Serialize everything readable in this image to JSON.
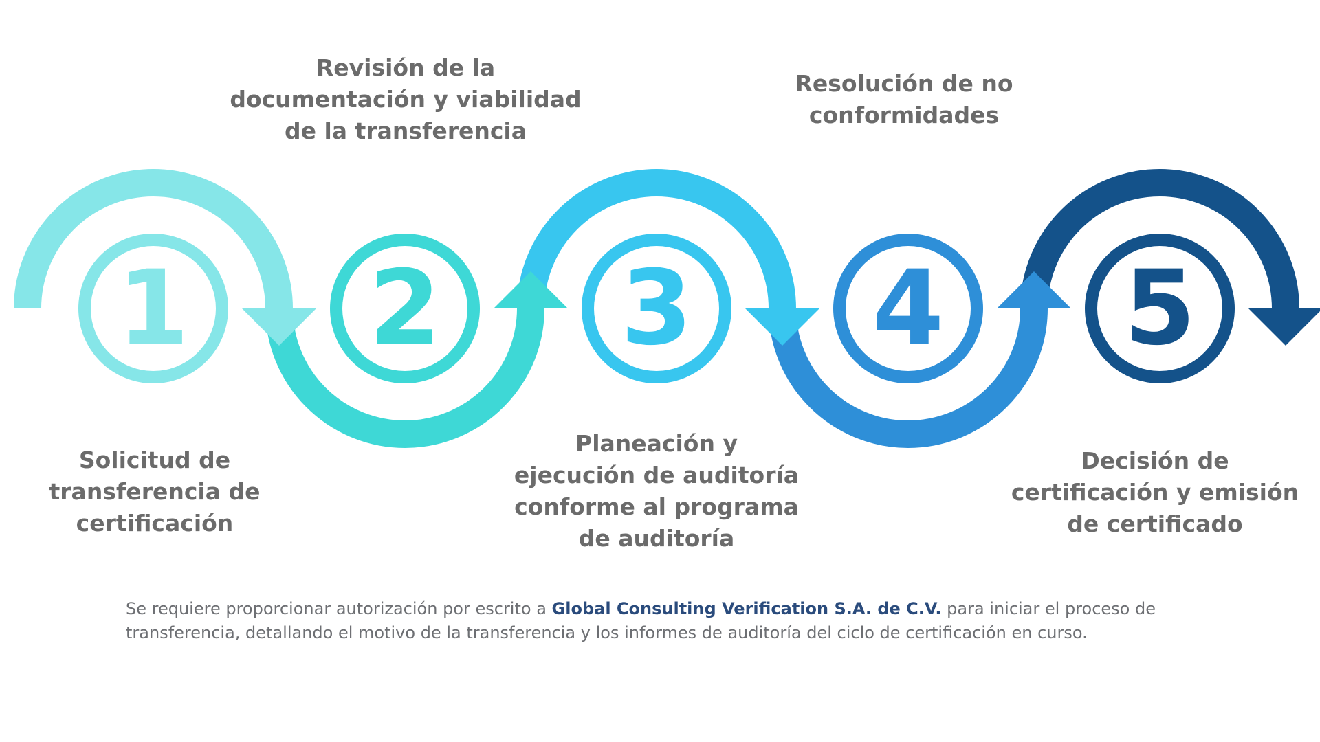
{
  "steps": [
    {
      "number": "1",
      "label": "Solicitud de\ntransferencia de\ncertificación",
      "color": "#86e6e8"
    },
    {
      "number": "2",
      "label": "Revisión de la\ndocumentación y viabilidad\nde la transferencia",
      "color": "#3ed8d6"
    },
    {
      "number": "3",
      "label": "Planeación y\nejecución de auditoría\nconforme al programa\nde auditoría",
      "color": "#38c6ef"
    },
    {
      "number": "4",
      "label": "Resolución de no\nconformidades",
      "color": "#2e8fd8"
    },
    {
      "number": "5",
      "label": "Decisión de\ncertificación y emisión\nde certificado",
      "color": "#14528a"
    }
  ],
  "footnote": {
    "before": "Se requiere proporcionar autorización por escrito a ",
    "company": "Global Consulting Verification S.A. de C.V.",
    "after": " para iniciar el proceso de transferencia, detallando el motivo de la transferencia y los informes de auditoría del ciclo de certificación en curso.",
    "company_color": "#2a4b7c",
    "text_color": "#6d6f73"
  }
}
